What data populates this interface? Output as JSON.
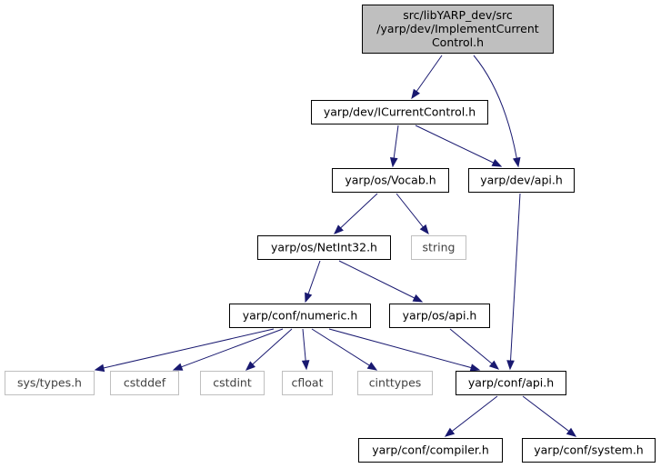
{
  "diagram": {
    "nodes": [
      {
        "id": "root",
        "lines": [
          "src/libYARP_dev/src",
          "/yarp/dev/ImplementCurrent",
          "Control.h"
        ],
        "style": "root"
      },
      {
        "id": "icurrent",
        "lines": [
          "yarp/dev/ICurrentControl.h"
        ],
        "style": "normal"
      },
      {
        "id": "devapi",
        "lines": [
          "yarp/dev/api.h"
        ],
        "style": "normal"
      },
      {
        "id": "vocab",
        "lines": [
          "yarp/os/Vocab.h"
        ],
        "style": "normal"
      },
      {
        "id": "string",
        "lines": [
          "string"
        ],
        "style": "external"
      },
      {
        "id": "netint",
        "lines": [
          "yarp/os/NetInt32.h"
        ],
        "style": "normal"
      },
      {
        "id": "numeric",
        "lines": [
          "yarp/conf/numeric.h"
        ],
        "style": "normal"
      },
      {
        "id": "osapi",
        "lines": [
          "yarp/os/api.h"
        ],
        "style": "normal"
      },
      {
        "id": "systypes",
        "lines": [
          "sys/types.h"
        ],
        "style": "external"
      },
      {
        "id": "cstddef",
        "lines": [
          "cstddef"
        ],
        "style": "external"
      },
      {
        "id": "cstdint",
        "lines": [
          "cstdint"
        ],
        "style": "external"
      },
      {
        "id": "cfloat",
        "lines": [
          "cfloat"
        ],
        "style": "external"
      },
      {
        "id": "cinttypes",
        "lines": [
          "cinttypes"
        ],
        "style": "external"
      },
      {
        "id": "confapi",
        "lines": [
          "yarp/conf/api.h"
        ],
        "style": "normal"
      },
      {
        "id": "compiler",
        "lines": [
          "yarp/conf/compiler.h"
        ],
        "style": "normal"
      },
      {
        "id": "system",
        "lines": [
          "yarp/conf/system.h"
        ],
        "style": "normal"
      }
    ],
    "edges": [
      [
        "root",
        "icurrent"
      ],
      [
        "root",
        "devapi"
      ],
      [
        "icurrent",
        "vocab"
      ],
      [
        "icurrent",
        "devapi"
      ],
      [
        "devapi",
        "confapi"
      ],
      [
        "vocab",
        "netint"
      ],
      [
        "vocab",
        "string"
      ],
      [
        "netint",
        "numeric"
      ],
      [
        "netint",
        "osapi"
      ],
      [
        "numeric",
        "systypes"
      ],
      [
        "numeric",
        "cstddef"
      ],
      [
        "numeric",
        "cstdint"
      ],
      [
        "numeric",
        "cfloat"
      ],
      [
        "numeric",
        "cinttypes"
      ],
      [
        "numeric",
        "confapi"
      ],
      [
        "osapi",
        "confapi"
      ],
      [
        "confapi",
        "compiler"
      ],
      [
        "confapi",
        "system"
      ]
    ],
    "colors": {
      "edge": "#191970",
      "root_fill": "#bfbfbf",
      "normal_border": "#000000",
      "external_border": "#bfbfbf",
      "external_text": "#404040"
    }
  }
}
